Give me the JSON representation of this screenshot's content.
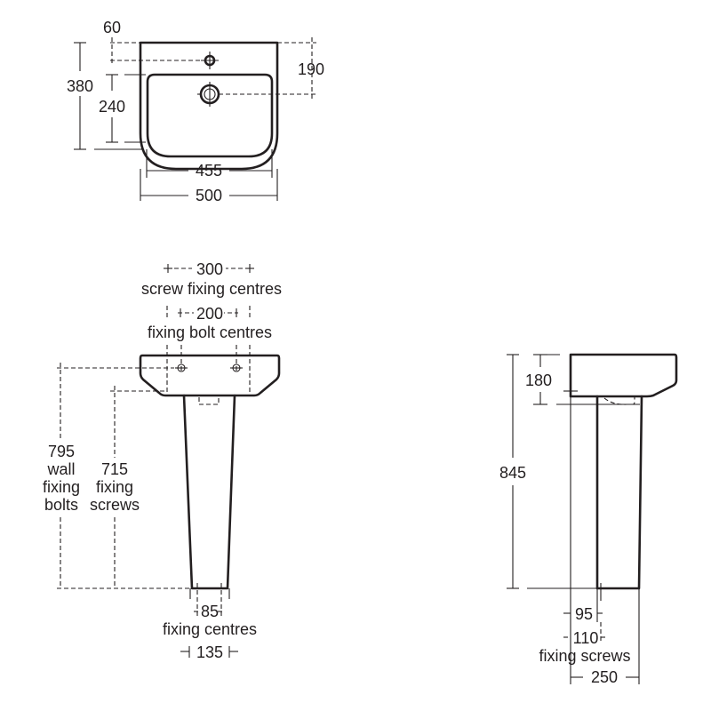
{
  "diagram": {
    "title": "",
    "units": "mm",
    "colors": {
      "line": "#231f20",
      "background": "#ffffff"
    },
    "plan_view": {
      "dims": {
        "tap_hole_offset": "60",
        "waste_from_back": "190",
        "overall_depth": "380",
        "bowl_depth": "240",
        "bowl_width": "455",
        "overall_width": "500"
      }
    },
    "front_view": {
      "screw_fixing": {
        "value": "300",
        "label": "screw fixing centres"
      },
      "bolt_fixing": {
        "value": "200",
        "label": "fixing bolt centres"
      },
      "wall_bolts": {
        "value": "795",
        "line1": "wall",
        "line2": "fixing",
        "line3": "bolts"
      },
      "fixing_screws": {
        "value": "715",
        "line1": "fixing",
        "line2": "screws"
      },
      "base_fixing": {
        "value": "85",
        "label": "fixing centres"
      },
      "base_width": {
        "value": "135"
      }
    },
    "side_view": {
      "basin_height": "180",
      "overall_height": "845",
      "pedestal_offset": "95",
      "screw_offset": {
        "value": "110",
        "label": "fixing screws"
      },
      "projection": "250"
    }
  }
}
